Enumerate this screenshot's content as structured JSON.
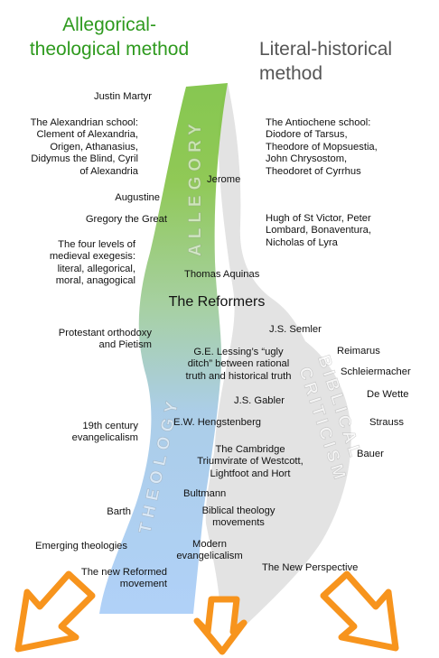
{
  "headings": {
    "left": "Allegorical-\ntheological method",
    "right": "Literal-historical\nmethod"
  },
  "streams": {
    "left_upper": "ALLEGORY",
    "left_lower": "THEOLOGY",
    "right_lower": "BIBLICAL CRITICISM"
  },
  "labels": {
    "justin_martyr": "Justin Martyr",
    "alexandrian": "The Alexandrian school:\nClement of Alexandria,\nOrigen, Athanasius,\nDidymus the Blind, Cyril\nof Alexandria",
    "antiochene": "The Antiochene school:\nDiodore of Tarsus,\nTheodore of Mopsuestia,\nJohn Chrysostom,\nTheodoret of Cyrrhus",
    "jerome": "Jerome",
    "augustine": "Augustine",
    "gregory": "Gregory the Great",
    "hugh": "Hugh of St Victor, Peter\nLombard, Bonaventura,\nNicholas of Lyra",
    "four_levels": "The four levels of\nmedieval exegesis:\nliteral, allegorical,\nmoral, anagogical",
    "aquinas": "Thomas Aquinas",
    "reformers": "The Reformers",
    "semler": "J.S. Semler",
    "protestant": "Protestant orthodoxy\nand Pietism",
    "reimarus": "Reimarus",
    "lessing": "G.E. Lessing’s “ugly\nditch” between rational\ntruth and historical truth",
    "schleiermacher": "Schleiermacher",
    "de_wette": "De Wette",
    "gabler": "J.S. Gabler",
    "hengstenberg": "E.W. Hengstenberg",
    "strauss": "Strauss",
    "evangelicalism19": "19th century\nevangelicalism",
    "cambridge": "The Cambridge\nTriumvirate of Westcott,\nLightfoot and Hort",
    "bauer": "Bauer",
    "bultmann": "Bultmann",
    "barth": "Barth",
    "biblical_theology": "Biblical theology\nmovements",
    "emerging": "Emerging theologies",
    "modern_evangelicalism": "Modern\nevangelicalism",
    "new_perspective": "The New Perspective",
    "new_reformed": "The new Reformed\nmovement"
  },
  "colors": {
    "allegory_top": "#7cc242",
    "theology_bottom": "#a9cdf7",
    "criticism": "#e3e3e3",
    "arrow_fill": "#ffffff",
    "arrow_stroke": "#f7941d",
    "left_heading": "#2e9a1e",
    "right_heading": "#555555"
  }
}
